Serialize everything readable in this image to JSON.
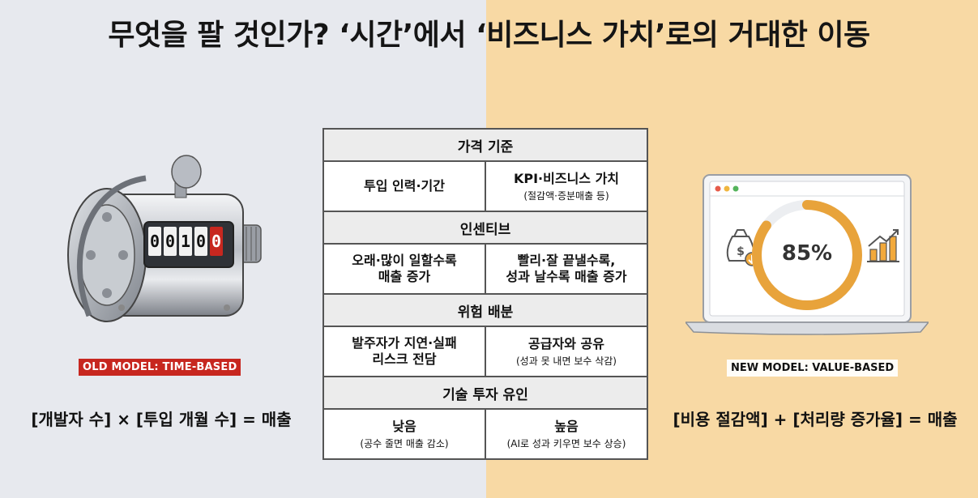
{
  "title": "무엇을 팔 것인가? ‘시간’에서 ‘비즈니스 가치’로의 거대한 이동",
  "left": {
    "counter_digits": [
      "0",
      "0",
      "1",
      "0",
      "0"
    ],
    "badge": "OLD MODEL: TIME-BASED",
    "formula": "[개발자 수] × [투입 개월 수] = 매출",
    "accent_color": "#c7271f"
  },
  "right": {
    "gauge_label": "85%",
    "gauge_value": 0.85,
    "badge": "NEW MODEL: VALUE-BASED",
    "formula": "[비용 절감액] + [처리량 증가율] = 매출",
    "accent_color": "#e8a33b"
  },
  "table": {
    "sections": [
      {
        "header": "가격 기준",
        "old": {
          "main": "투입 인력·기간",
          "sub": ""
        },
        "new": {
          "main": "KPI·비즈니스 가치",
          "sub": "(절감액·증분매출 등)"
        }
      },
      {
        "header": "인센티브",
        "old": {
          "main": "오래·많이 일할수록\n매출 증가",
          "sub": ""
        },
        "new": {
          "main": "빨리·잘 끝낼수록,\n성과 날수록 매출 증가",
          "sub": ""
        }
      },
      {
        "header": "위험 배분",
        "old": {
          "main": "발주자가 지연·실패\n리스크 전담",
          "sub": ""
        },
        "new": {
          "main": "공급자와 공유",
          "sub": "(성과 못 내면 보수 삭감)"
        }
      },
      {
        "header": "기술 투자 유인",
        "old": {
          "main": "낮음",
          "sub": "(공수 줄면 매출 감소)"
        },
        "new": {
          "main": "높음",
          "sub": "(AI로 성과 키우면 보수 상승)"
        }
      }
    ]
  },
  "colors": {
    "left_bg": "#e7e9ee",
    "right_bg": "#f8d9a4"
  }
}
